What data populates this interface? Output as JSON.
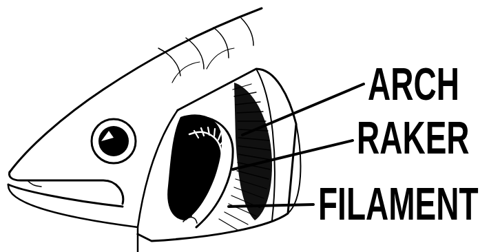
{
  "diagram": {
    "labels": [
      "ARCH",
      "RAKER",
      "FILAMENT"
    ]
  }
}
